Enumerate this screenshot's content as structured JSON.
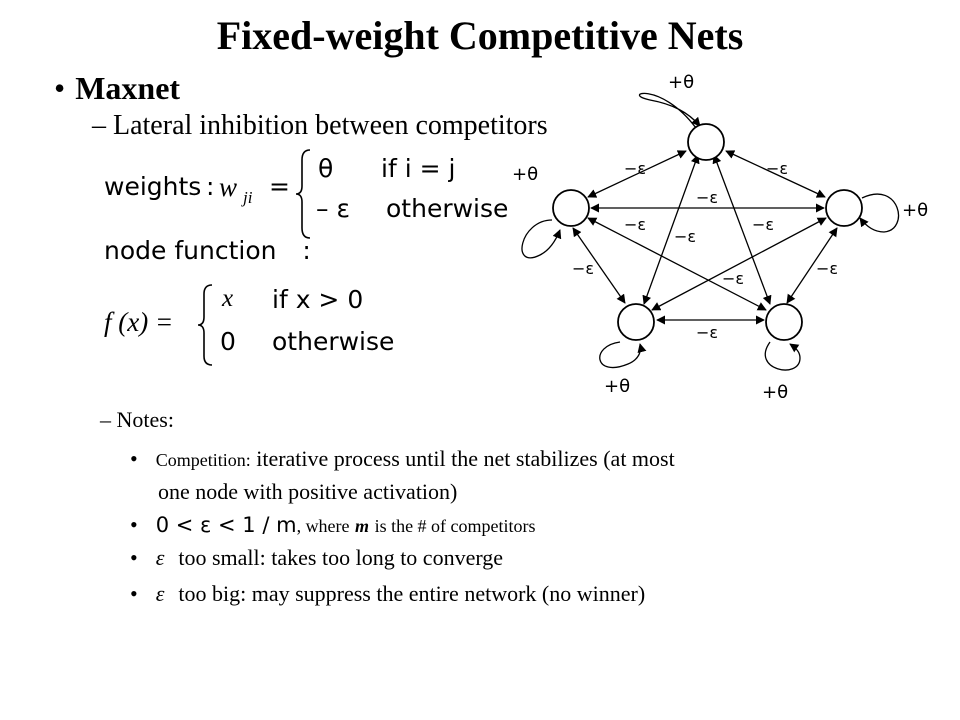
{
  "title": "Fixed-weight Competitive Nets",
  "maxnet": {
    "bullet": "•",
    "label": "Maxnet"
  },
  "lateral": {
    "dash": "–",
    "text": "Lateral inhibition between competitors"
  },
  "weights": {
    "label": "weights",
    "colon": ":",
    "w": "w",
    "sub": "ji",
    "eq": "=",
    "case1_val": "θ",
    "case1_cond": "if  i = j",
    "case2_val": "– ε",
    "case2_cond": "otherwise"
  },
  "node_function": {
    "label": "node  function",
    "colon": ":",
    "lhs": "f (x) =",
    "case1_val": "x",
    "case1_cond": "if  x > 0",
    "case2_val": "0",
    "case2_cond": "otherwise"
  },
  "notes": {
    "dash": "–",
    "heading": "Notes:",
    "bullet": "•",
    "items": {
      "competition_prefix": "Competition:",
      "competition_text": "iterative process until the net stabilizes (at most",
      "competition_text2": "one node with positive activation)",
      "range_math": "0 < ε < 1 / m",
      "range_text": ", where",
      "range_m": "m",
      "range_rest": "is the # of competitors",
      "eps_symbol": "ε",
      "small_text": "too small: takes too long to converge",
      "big_text": "too big: may suppress the entire network (no winner)"
    }
  },
  "diagram": {
    "self_label": "+θ",
    "edge_label": "−ε"
  }
}
